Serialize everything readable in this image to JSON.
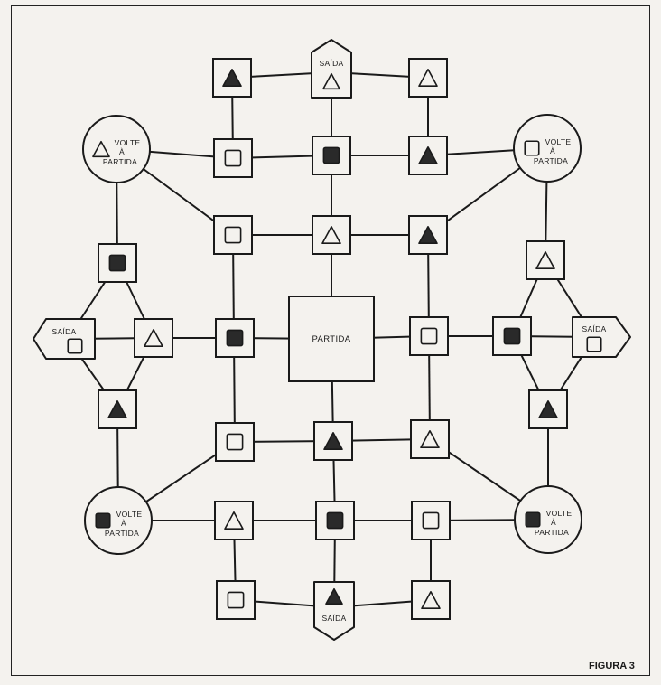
{
  "figure_label": "FIGURA 3",
  "labels": {
    "start": "PARTIDA",
    "exit": "SAÍDA",
    "return_line1": "VOLTE",
    "return_line2": "À",
    "return_line3": "PARTIDA"
  },
  "symbols": {
    "filled_triangle": "filled-triangle-icon",
    "outline_triangle": "outline-triangle-icon",
    "filled_square": "filled-square-icon",
    "outline_square": "outline-square-icon"
  },
  "colors": {
    "ink": "#1a1a1a",
    "paper": "#f4f2ee",
    "fill": "#2a2a2a"
  },
  "spaces": [
    {
      "id": "t1",
      "symbol": "filled_triangle"
    },
    {
      "id": "t3",
      "symbol": "outline_triangle"
    },
    {
      "id": "r1a",
      "symbol": "outline_square"
    },
    {
      "id": "r1b",
      "symbol": "filled_square"
    },
    {
      "id": "r1c",
      "symbol": "filled_triangle"
    },
    {
      "id": "r2a",
      "symbol": "outline_square"
    },
    {
      "id": "r2b",
      "symbol": "outline_triangle"
    },
    {
      "id": "r2c",
      "symbol": "filled_triangle"
    },
    {
      "id": "l1",
      "symbol": "filled_square"
    },
    {
      "id": "l2",
      "symbol": "outline_triangle"
    },
    {
      "id": "l3",
      "symbol": "filled_square"
    },
    {
      "id": "l4",
      "symbol": "filled_triangle"
    },
    {
      "id": "rt1",
      "symbol": "outline_triangle"
    },
    {
      "id": "rt2",
      "symbol": "outline_square"
    },
    {
      "id": "rt3",
      "symbol": "filled_square"
    },
    {
      "id": "rt4",
      "symbol": "filled_triangle"
    },
    {
      "id": "r4a",
      "symbol": "outline_square"
    },
    {
      "id": "r4b",
      "symbol": "filled_triangle"
    },
    {
      "id": "r4c",
      "symbol": "outline_triangle"
    },
    {
      "id": "r5a",
      "symbol": "outline_triangle"
    },
    {
      "id": "r5b",
      "symbol": "filled_square"
    },
    {
      "id": "r5c",
      "symbol": "outline_square"
    },
    {
      "id": "b1",
      "symbol": "outline_square"
    },
    {
      "id": "b3",
      "symbol": "outline_triangle"
    }
  ],
  "exits": [
    {
      "id": "exit-top",
      "symbol": "outline_triangle"
    },
    {
      "id": "exit-bottom",
      "symbol": "filled_triangle"
    },
    {
      "id": "exit-left",
      "symbol": "outline_square"
    },
    {
      "id": "exit-right",
      "symbol": "outline_square"
    }
  ],
  "returns": [
    {
      "id": "return-tl",
      "symbol": "outline_triangle"
    },
    {
      "id": "return-tr",
      "symbol": "outline_square"
    },
    {
      "id": "return-bl",
      "symbol": "filled_square"
    },
    {
      "id": "return-br",
      "symbol": "filled_square"
    }
  ]
}
